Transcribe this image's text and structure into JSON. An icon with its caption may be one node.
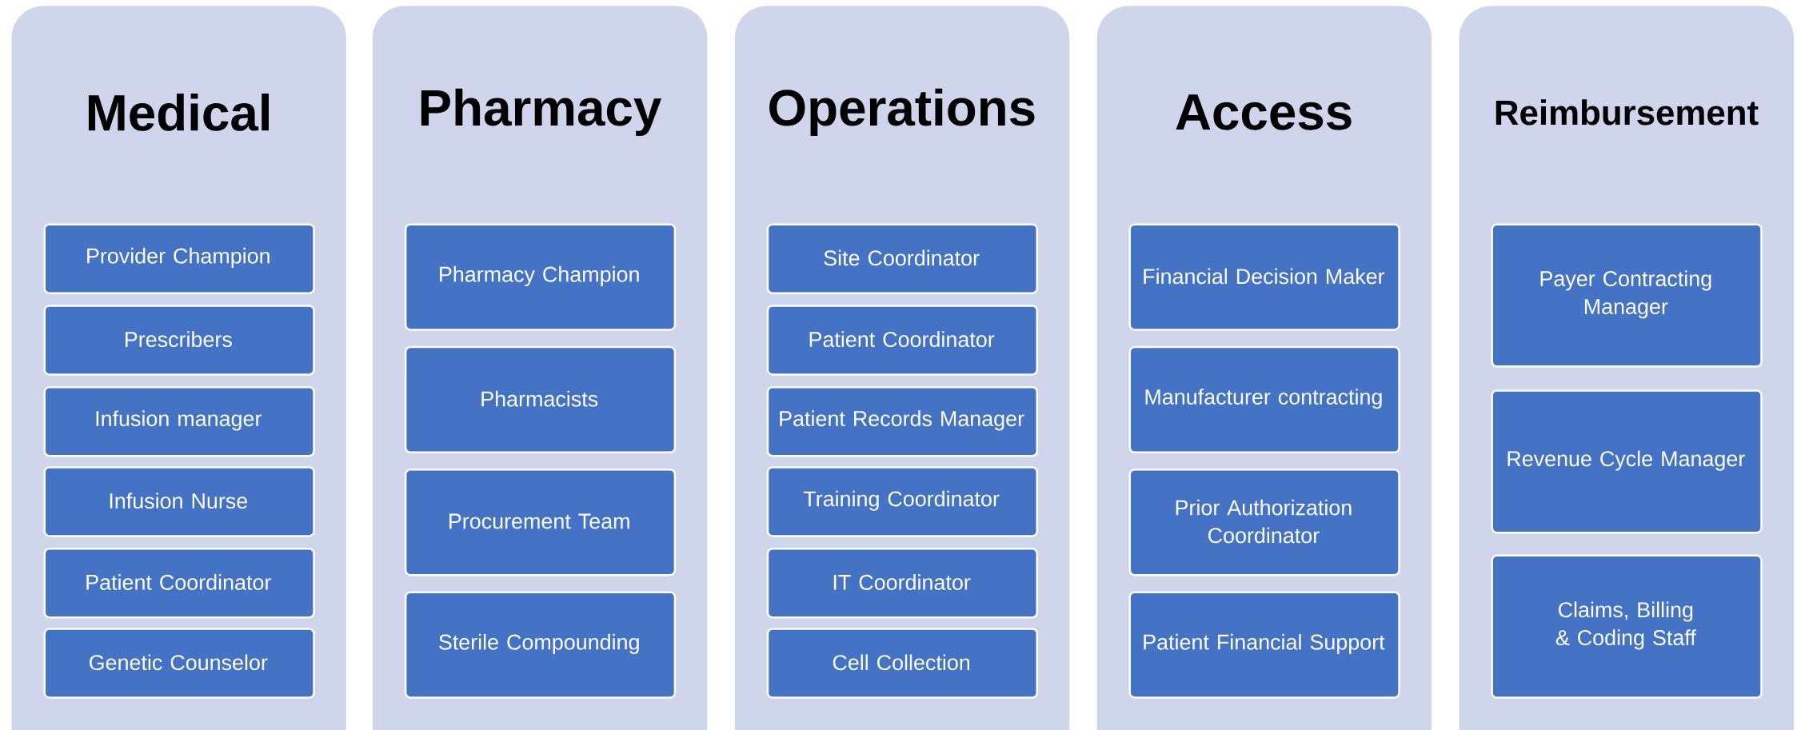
{
  "diagram": {
    "nodes": [
      {
        "text": [
          "Medical"
        ]
      },
      {
        "text": [
          "Provider Champion"
        ],
        "in": 0
      },
      {
        "text": [
          "Prescribers"
        ],
        "in": 0
      },
      {
        "text": [
          "Infusion manager"
        ],
        "in": 0
      },
      {
        "text": [
          "Infusion Nurse"
        ],
        "in": 0
      },
      {
        "text": [
          "Patient Coordinator"
        ],
        "in": 0
      },
      {
        "text": [
          "Genetic Counselor"
        ],
        "in": 0
      },
      {
        "text": [
          "Pharmacy"
        ]
      },
      {
        "text": [
          "Pharmacy Champion"
        ],
        "in": 7
      },
      {
        "text": [
          "Pharmacists"
        ],
        "in": 7
      },
      {
        "text": [
          "Procurement Team"
        ],
        "in": 7
      },
      {
        "text": [
          "Sterile Compounding"
        ],
        "in": 7
      },
      {
        "text": [
          "Operations"
        ]
      },
      {
        "text": [
          "Site Coordinator"
        ],
        "in": 12
      },
      {
        "text": [
          "Patient Coordinator"
        ],
        "in": 12
      },
      {
        "text": [
          "Patient Records Manager"
        ],
        "in": 12
      },
      {
        "text": [
          "Training Coordinator"
        ],
        "in": 12
      },
      {
        "text": [
          "IT Coordinator"
        ],
        "in": 12
      },
      {
        "text": [
          "Cell Collection"
        ],
        "in": 12
      },
      {
        "text": [
          "Access"
        ]
      },
      {
        "text": [
          "Financial Decision Maker"
        ],
        "in": 19
      },
      {
        "text": [
          "Manufacturer contracting"
        ],
        "in": 19
      },
      {
        "text": [
          "Prior Authorization Coordinator"
        ],
        "in": 19
      },
      {
        "text": [
          "Patient Financial Support"
        ],
        "in": 19
      },
      {
        "text": [
          "Reimbursement"
        ]
      },
      {
        "text": [
          "Payer Contracting Manager"
        ],
        "in": 24
      },
      {
        "text": [
          "Revenue Cycle Manager"
        ],
        "in": 24
      },
      {
        "text": [
          "Claims, Billing & Coding Staff"
        ],
        "in": 24
      }
    ]
  }
}
